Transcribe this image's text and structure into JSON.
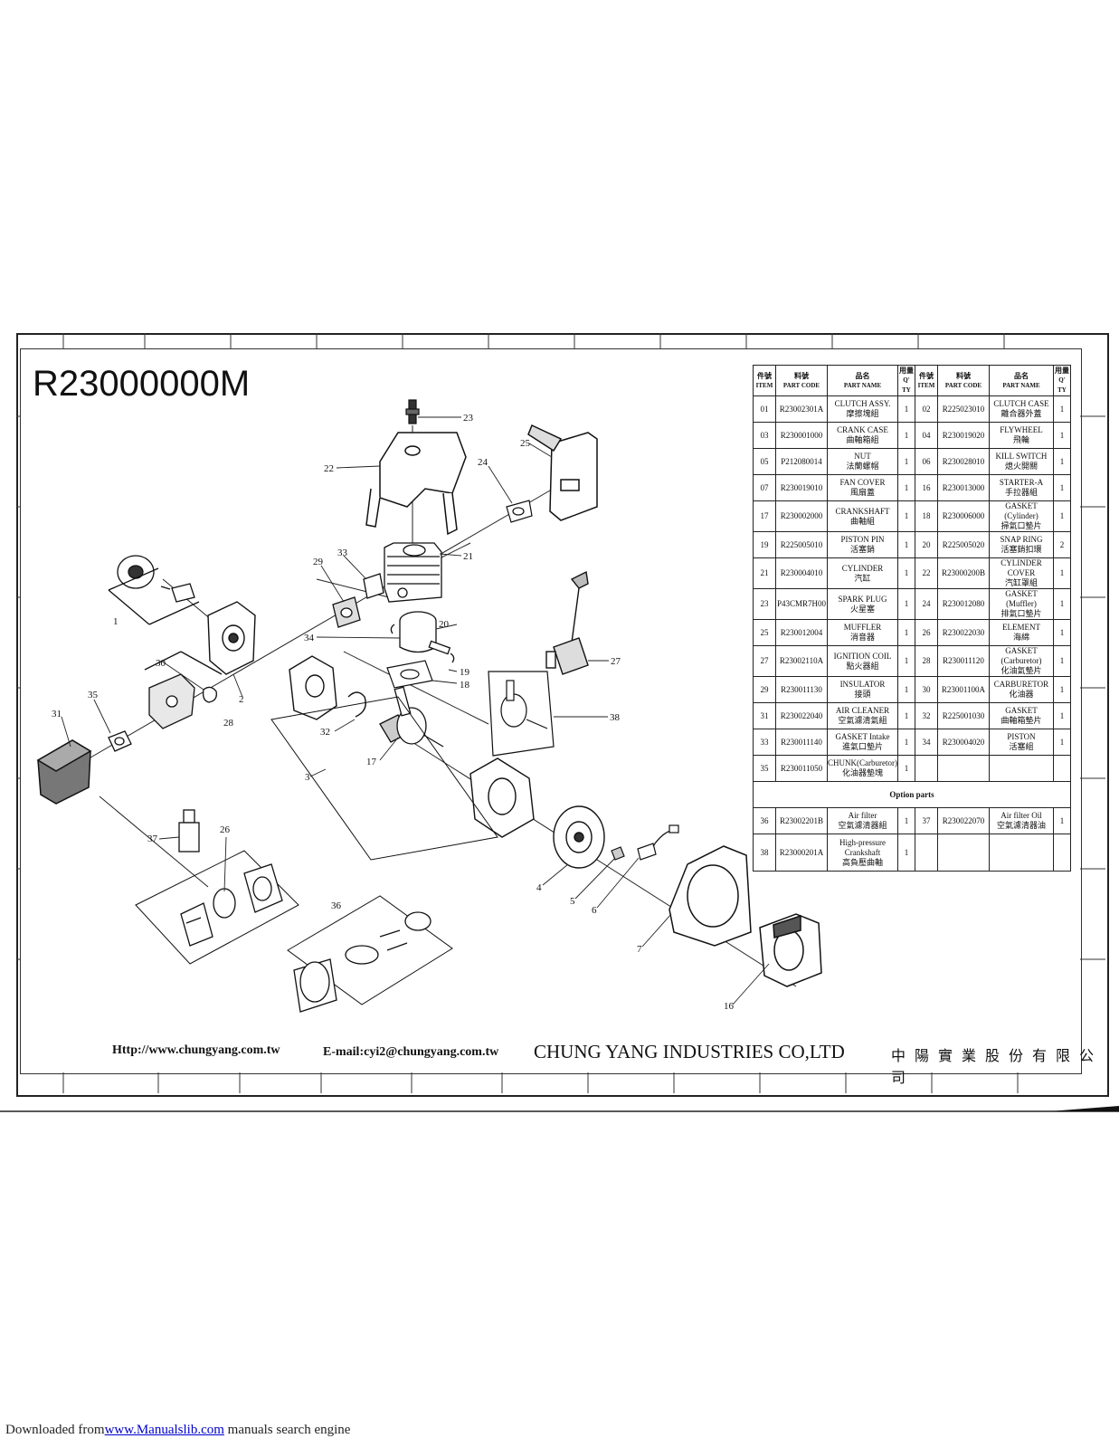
{
  "title": "R23000000M",
  "table": {
    "headers": {
      "item_zh": "件號",
      "item_en": "ITEM",
      "code_zh": "料號",
      "code_en": "PART CODE",
      "name_zh": "品名",
      "name_en": "PART NAME",
      "qty_zh": "用量",
      "qty_en": "Q' TY"
    },
    "rows": [
      {
        "item1": "01",
        "code1": "R23002301A",
        "en1": "CLUTCH ASSY.",
        "zh1": "摩擦塊組",
        "q1": "1",
        "item2": "02",
        "code2": "R225023010",
        "en2": "CLUTCH CASE",
        "zh2": "離合器外蓋",
        "q2": "1"
      },
      {
        "item1": "03",
        "code1": "R230001000",
        "en1": "CRANK CASE",
        "zh1": "曲軸箱組",
        "q1": "1",
        "item2": "04",
        "code2": "R230019020",
        "en2": "FLYWHEEL",
        "zh2": "飛輪",
        "q2": "1"
      },
      {
        "item1": "05",
        "code1": "P212080014",
        "en1": "NUT",
        "zh1": "法蘭螺帽",
        "q1": "1",
        "item2": "06",
        "code2": "R230028010",
        "en2": "KILL SWITCH",
        "zh2": "熄火開關",
        "q2": "1"
      },
      {
        "item1": "07",
        "code1": "R230019010",
        "en1": "FAN COVER",
        "zh1": "風扇蓋",
        "q1": "1",
        "item2": "16",
        "code2": "R230013000",
        "en2": "STARTER-A",
        "zh2": "手拉器組",
        "q2": "1"
      },
      {
        "item1": "17",
        "code1": "R230002000",
        "en1": "CRANKSHAFT",
        "zh1": "曲軸組",
        "q1": "1",
        "item2": "18",
        "code2": "R230006000",
        "en2": "GASKET (Cylinder)",
        "zh2": "掃氣口墊片",
        "q2": "1"
      },
      {
        "item1": "19",
        "code1": "R225005010",
        "en1": "PISTON PIN",
        "zh1": "活塞銷",
        "q1": "1",
        "item2": "20",
        "code2": "R225005020",
        "en2": "SNAP RING",
        "zh2": "活塞銷扣環",
        "q2": "2"
      },
      {
        "item1": "21",
        "code1": "R230004010",
        "en1": "CYLINDER",
        "zh1": "汽缸",
        "q1": "1",
        "item2": "22",
        "code2": "R23000200B",
        "en2": "CYLINDER COVER",
        "zh2": "汽缸罩組",
        "q2": "1"
      },
      {
        "item1": "23",
        "code1": "P43CMR7H00",
        "en1": "SPARK PLUG",
        "zh1": "火星塞",
        "q1": "1",
        "item2": "24",
        "code2": "R230012080",
        "en2": "GASKET (Muffler)",
        "zh2": "排氣口墊片",
        "q2": "1"
      },
      {
        "item1": "25",
        "code1": "R230012004",
        "en1": "MUFFLER",
        "zh1": "消音器",
        "q1": "1",
        "item2": "26",
        "code2": "R230022030",
        "en2": "ELEMENT",
        "zh2": "海綿",
        "q2": "1"
      },
      {
        "item1": "27",
        "code1": "R23002110A",
        "en1": "IGNITION COIL",
        "zh1": "點火器組",
        "q1": "1",
        "item2": "28",
        "code2": "R230011120",
        "en2": "GASKET (Carburetor)",
        "zh2": "化油氣墊片",
        "q2": "1"
      },
      {
        "item1": "29",
        "code1": "R230011130",
        "en1": "INSULATOR",
        "zh1": "接頭",
        "q1": "1",
        "item2": "30",
        "code2": "R23001100A",
        "en2": "CARBURETOR",
        "zh2": "化油器",
        "q2": "1"
      },
      {
        "item1": "31",
        "code1": "R230022040",
        "en1": "AIR CLEANER",
        "zh1": "空氣濾清氣組",
        "q1": "1",
        "item2": "32",
        "code2": "R225001030",
        "en2": "GASKET",
        "zh2": "曲軸箱墊片",
        "q2": "1"
      },
      {
        "item1": "33",
        "code1": "R230011140",
        "en1": "GASKET Intake",
        "zh1": "進氣口墊片",
        "q1": "1",
        "item2": "34",
        "code2": "R230004020",
        "en2": "PISTON",
        "zh2": "活塞組",
        "q2": "1"
      }
    ],
    "row35": {
      "item": "35",
      "code": "R230011050",
      "en": "CHUNK(Carburetor)",
      "zh": "化油器墊塊",
      "q": "1"
    },
    "option_label": "Option parts",
    "option_rows": [
      {
        "item1": "36",
        "code1": "R23002201B",
        "en1": "Air filter",
        "zh1": "空氣濾清器組",
        "q1": "1",
        "item2": "37",
        "code2": "R230022070",
        "en2": "Air filter Oil",
        "zh2": "空氣濾清器油",
        "q2": "1"
      }
    ],
    "row38": {
      "item": "38",
      "code": "R23000201A",
      "en1": "High-pressure",
      "en2": "Crankshaft",
      "zh": "高負壓曲軸",
      "q": "1"
    }
  },
  "callouts": [
    "1",
    "2",
    "3",
    "4",
    "5",
    "6",
    "7",
    "16",
    "17",
    "18",
    "19",
    "20",
    "21",
    "22",
    "23",
    "24",
    "25",
    "26",
    "27",
    "28",
    "29",
    "30",
    "31",
    "32",
    "33",
    "34",
    "35",
    "36",
    "37",
    "38"
  ],
  "footer": {
    "url": "Http://www.chungyang.com.tw",
    "email": "E-mail:cyi2@chungyang.com.tw",
    "company": "CHUNG YANG INDUSTRIES CO,LTD",
    "company_zh": "中 陽 實 業 股 份 有 限 公 司"
  },
  "download": {
    "prefix": "Downloaded from",
    "link": "www.Manualslib.com",
    "suffix": " manuals search engine"
  }
}
